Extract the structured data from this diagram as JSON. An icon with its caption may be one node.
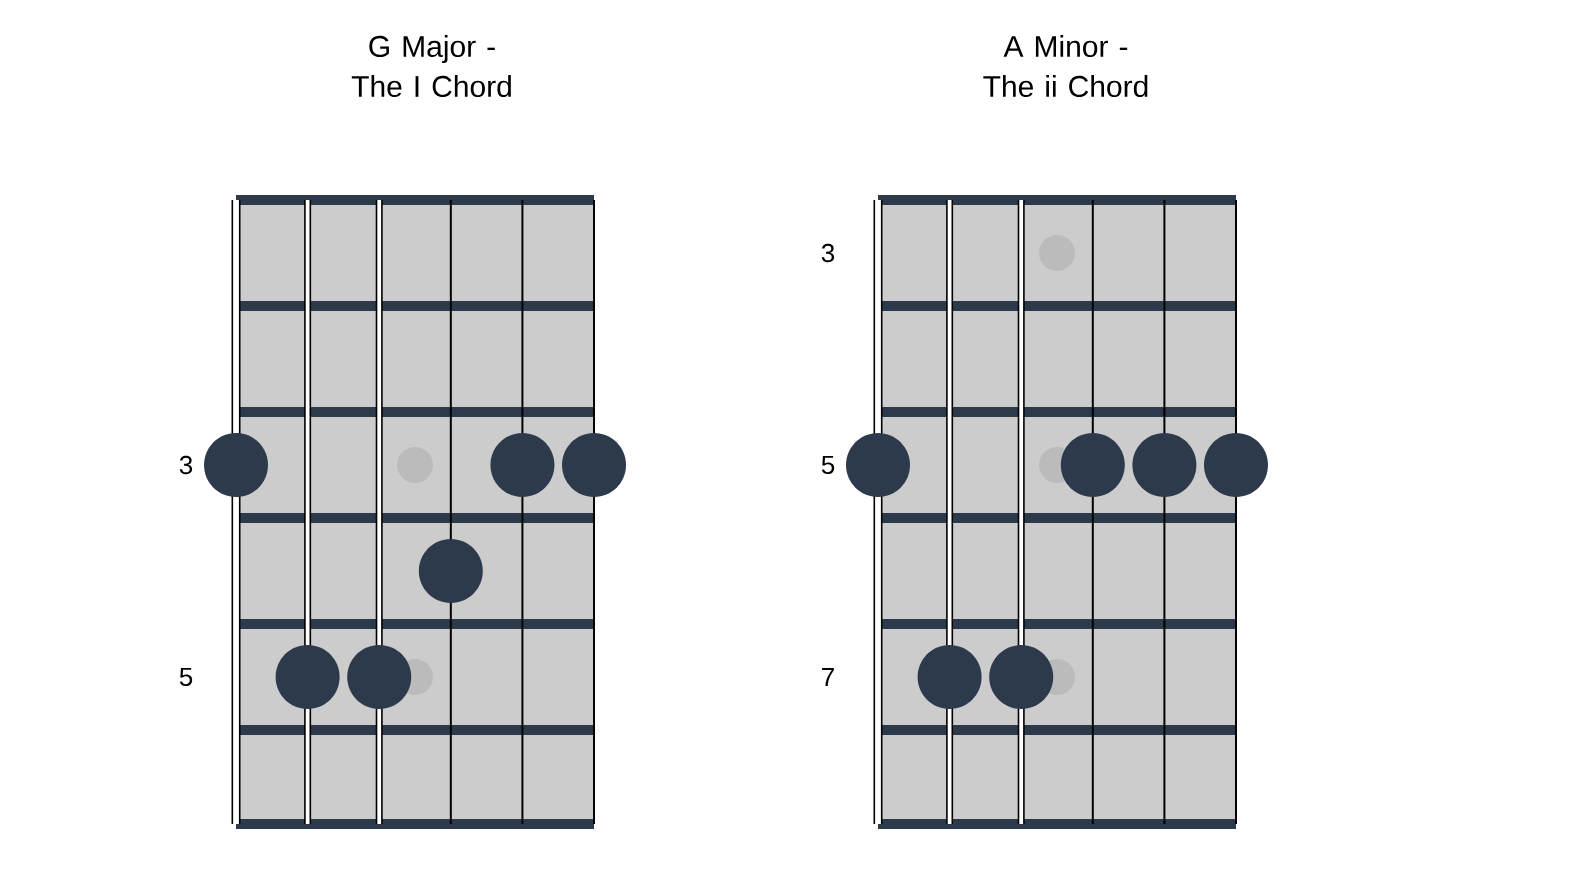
{
  "diagram": {
    "nodes": [
      {
        "text": [
          "G Major - The I Chord"
        ]
      },
      {
        "text": [
          "A Minor - The ii Chord"
        ]
      }
    ],
    "labels": [
      "3",
      "5",
      "3",
      "5",
      "7"
    ]
  }
}
